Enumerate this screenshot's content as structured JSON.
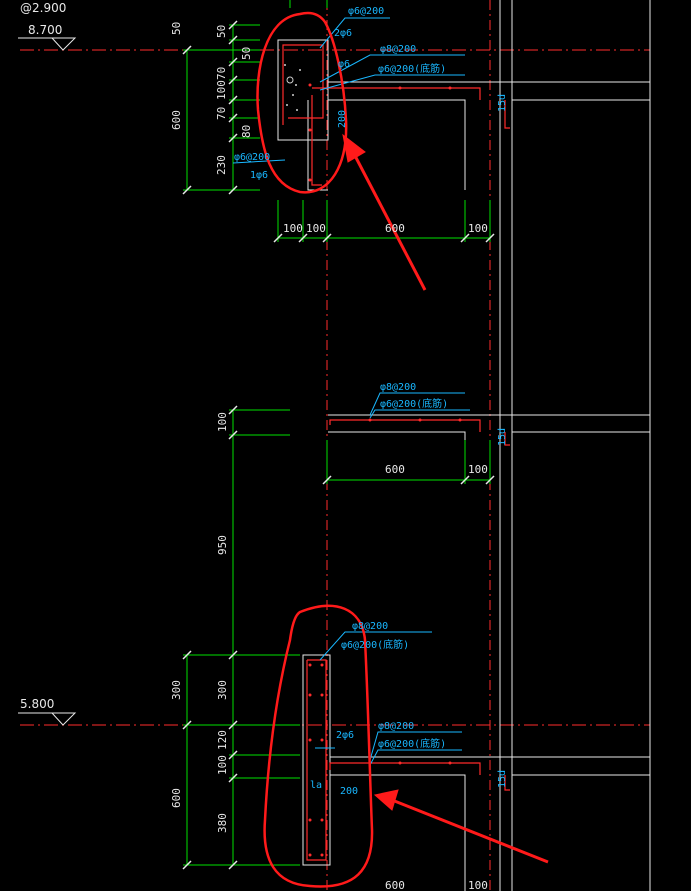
{
  "colors": {
    "background": "#000000",
    "red": "#ff2b2b",
    "green": "#00e000",
    "cyan": "#19b7ff",
    "white": "#e8e8e8",
    "annotation_red": "#ff1a1a"
  },
  "elevations": {
    "top_partial": "@2.900",
    "level_a": "8.700",
    "level_b": "5.800"
  },
  "dims_left_top": [
    "50",
    "600",
    "230"
  ],
  "dims_inner_top": [
    "50",
    "50",
    "70",
    "100",
    "70",
    "80"
  ],
  "dims_horiz_top": [
    "100",
    "100",
    "600",
    "100"
  ],
  "dims_mid": [
    "100",
    "950"
  ],
  "dims_mid_horiz": [
    "600",
    "100"
  ],
  "dims_bottom_left": [
    "300",
    "600"
  ],
  "dims_bottom_inner": [
    "300",
    "120",
    "100",
    "380"
  ],
  "dims_bottom_horiz": [
    "600",
    "100"
  ],
  "rebar_labels_top": {
    "a": "φ6@200",
    "b": "2φ6",
    "c": "φ8@200",
    "d": "φ6@200(底筋)",
    "e": "φ6",
    "f": "200",
    "g": "φ6@200",
    "h": "1φ6",
    "i": "15d"
  },
  "rebar_labels_mid": {
    "a": "φ8@200",
    "b": "φ6@200(底筋)",
    "c": "15d"
  },
  "rebar_labels_bottom": {
    "a": "φ8@200",
    "b": "φ6@200(底筋)",
    "c": "2φ6",
    "d": "φ8@200",
    "e": "φ6@200(底筋)",
    "f": "la",
    "g": "200",
    "h": "15d"
  }
}
